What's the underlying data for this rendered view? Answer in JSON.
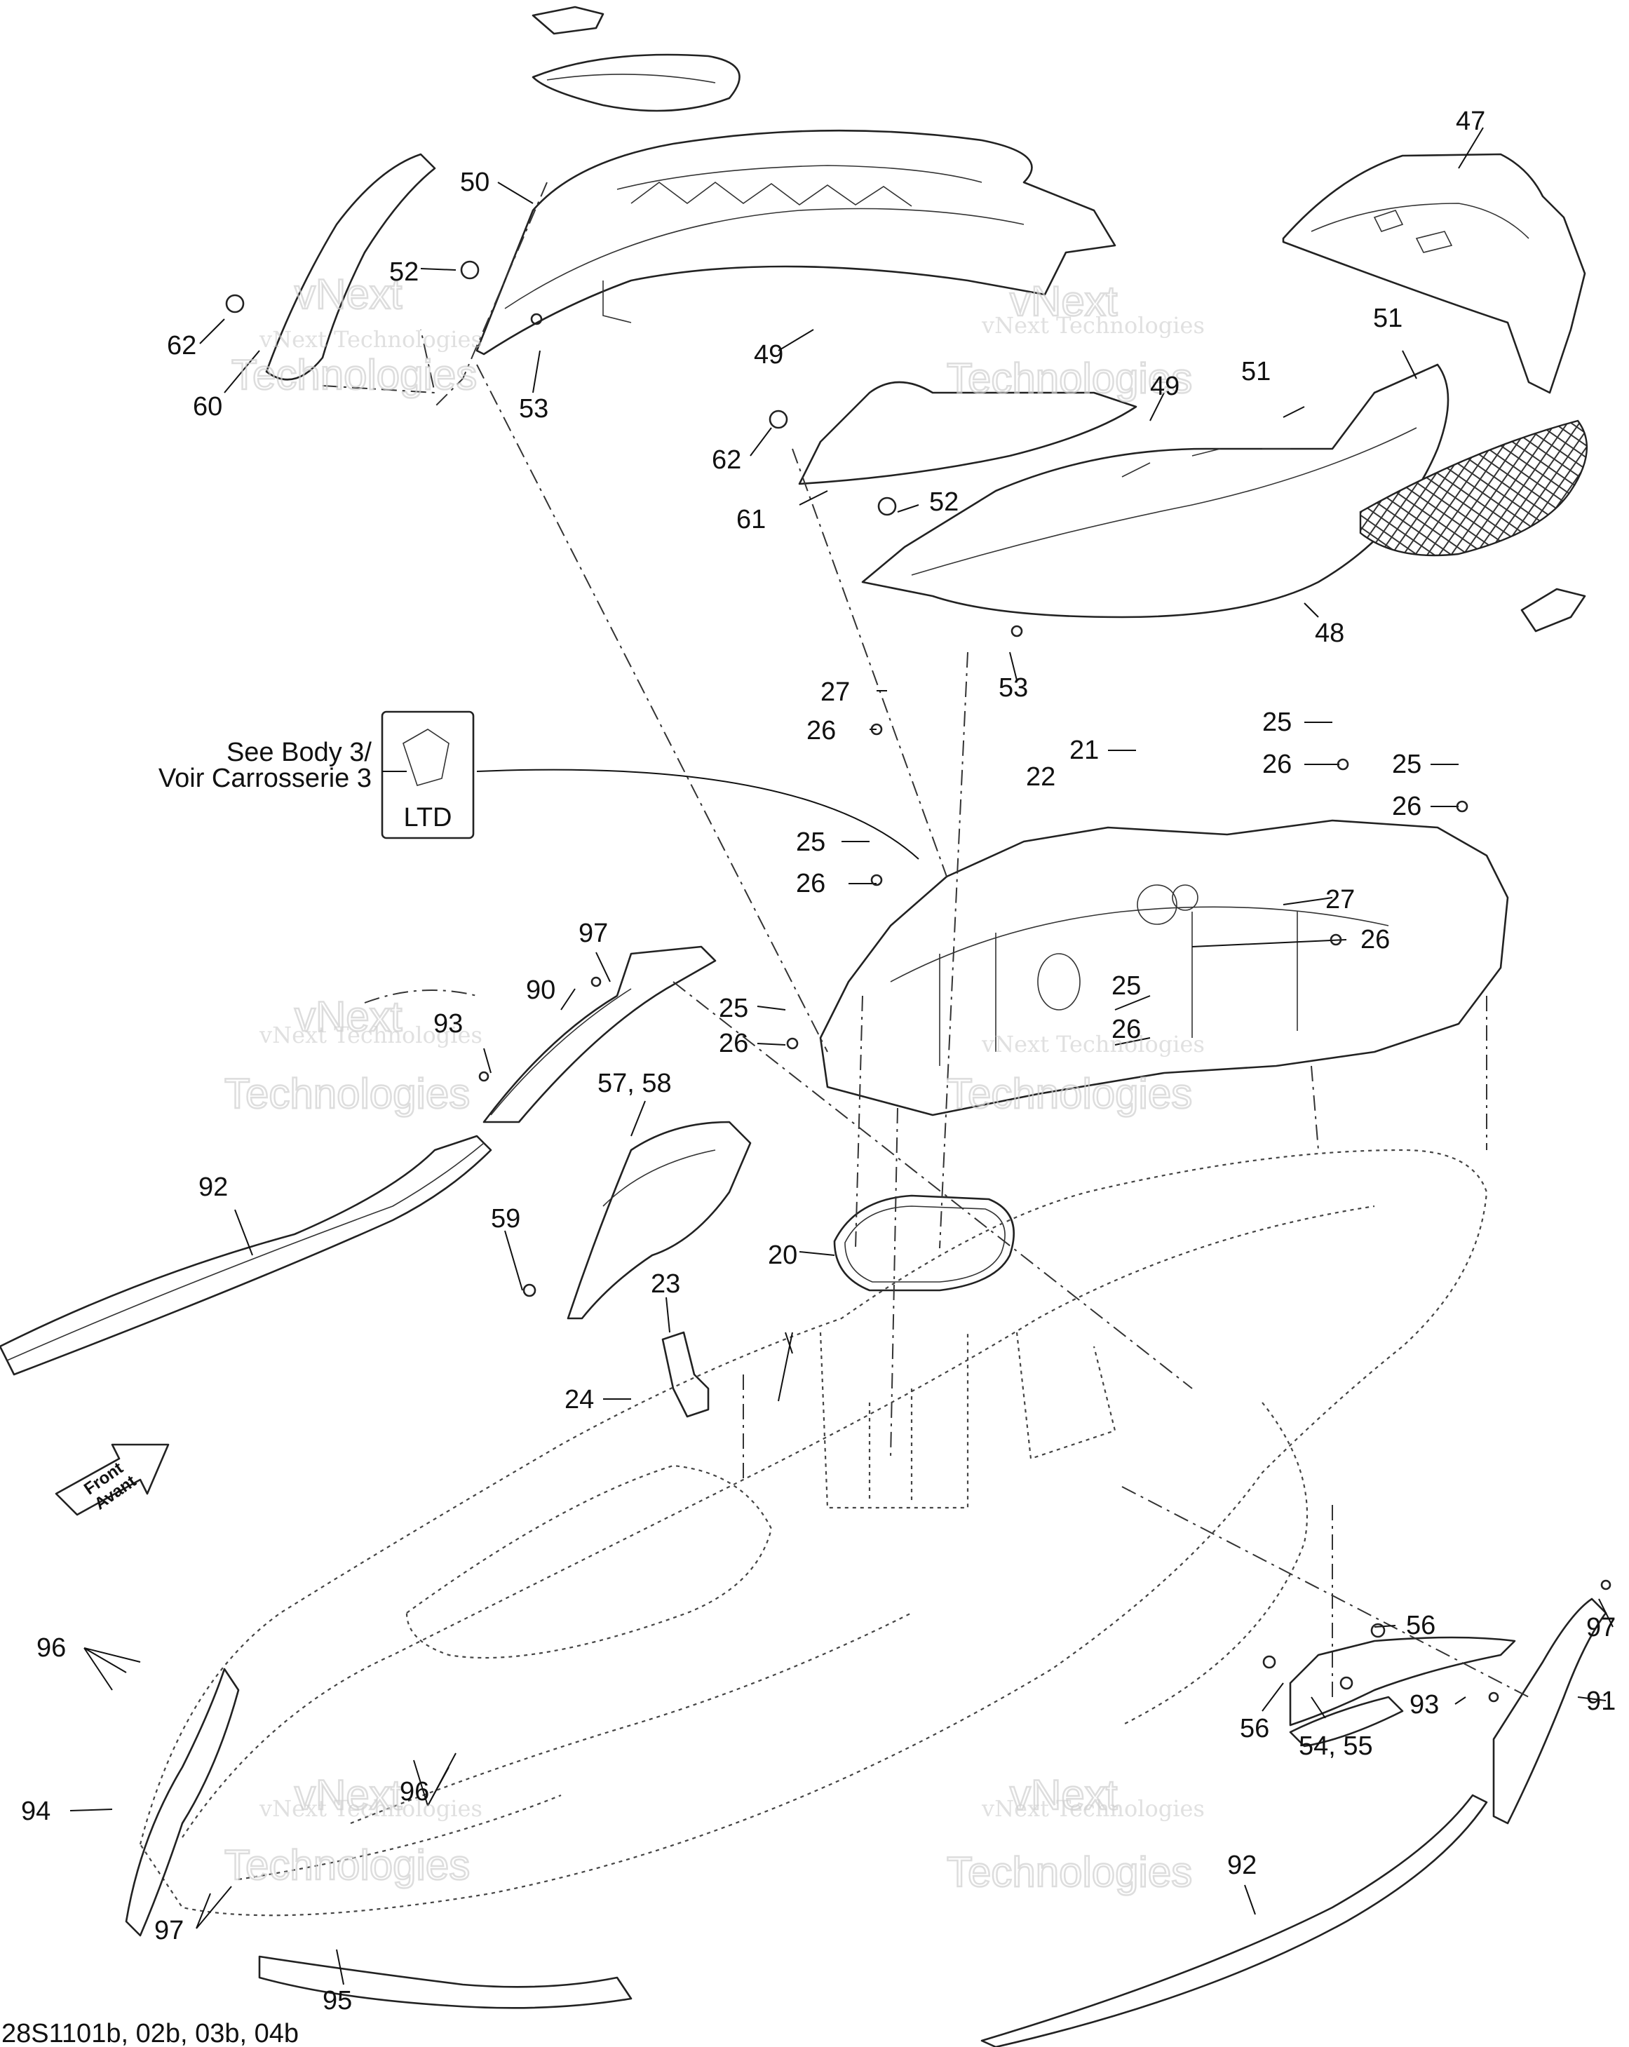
{
  "callouts": [
    {
      "id": "47",
      "text": "47"
    },
    {
      "id": "50",
      "text": "50"
    },
    {
      "id": "52a",
      "text": "52"
    },
    {
      "id": "62a",
      "text": "62"
    },
    {
      "id": "60",
      "text": "60"
    },
    {
      "id": "53a",
      "text": "53"
    },
    {
      "id": "49a",
      "text": "49"
    },
    {
      "id": "51a",
      "text": "51"
    },
    {
      "id": "49b",
      "text": "49"
    },
    {
      "id": "51b",
      "text": "51"
    },
    {
      "id": "62b",
      "text": "62"
    },
    {
      "id": "61",
      "text": "61"
    },
    {
      "id": "52b",
      "text": "52"
    },
    {
      "id": "48",
      "text": "48"
    },
    {
      "id": "53b",
      "text": "53"
    },
    {
      "id": "27a",
      "text": "27"
    },
    {
      "id": "26a",
      "text": "26"
    },
    {
      "id": "25a",
      "text": "25"
    },
    {
      "id": "26b",
      "text": "26"
    },
    {
      "id": "21",
      "text": "21"
    },
    {
      "id": "25b",
      "text": "25"
    },
    {
      "id": "26c",
      "text": "26"
    },
    {
      "id": "22",
      "text": "22"
    },
    {
      "id": "25c",
      "text": "25"
    },
    {
      "id": "26d",
      "text": "26"
    },
    {
      "id": "27b",
      "text": "27"
    },
    {
      "id": "26e",
      "text": "26"
    },
    {
      "id": "97a",
      "text": "97"
    },
    {
      "id": "90",
      "text": "90"
    },
    {
      "id": "25d",
      "text": "25"
    },
    {
      "id": "25e",
      "text": "25"
    },
    {
      "id": "93a",
      "text": "93"
    },
    {
      "id": "26f",
      "text": "26"
    },
    {
      "id": "26g",
      "text": "26"
    },
    {
      "id": "5758",
      "text": "57, 58"
    },
    {
      "id": "92a",
      "text": "92"
    },
    {
      "id": "59",
      "text": "59"
    },
    {
      "id": "20",
      "text": "20"
    },
    {
      "id": "23",
      "text": "23"
    },
    {
      "id": "24",
      "text": "24"
    },
    {
      "id": "96a",
      "text": "96"
    },
    {
      "id": "56a",
      "text": "56"
    },
    {
      "id": "97b",
      "text": "97"
    },
    {
      "id": "93b",
      "text": "93"
    },
    {
      "id": "91",
      "text": "91"
    },
    {
      "id": "56b",
      "text": "56"
    },
    {
      "id": "5455",
      "text": "54, 55"
    },
    {
      "id": "94",
      "text": "94"
    },
    {
      "id": "96b",
      "text": "96"
    },
    {
      "id": "92b",
      "text": "92"
    },
    {
      "id": "97c",
      "text": "97"
    },
    {
      "id": "95",
      "text": "95"
    }
  ],
  "reference_box": {
    "label": "LTD",
    "note_line1": "See Body 3/",
    "note_line2": "Voir Carrosserie 3"
  },
  "front_arrow": {
    "line1": "Front",
    "line2": "Avant"
  },
  "watermark": {
    "line1": "vNext Technologies",
    "line2": "Technologies",
    "line3": "vNext"
  },
  "figure_code": "28S1101b, 02b, 03b, 04b"
}
